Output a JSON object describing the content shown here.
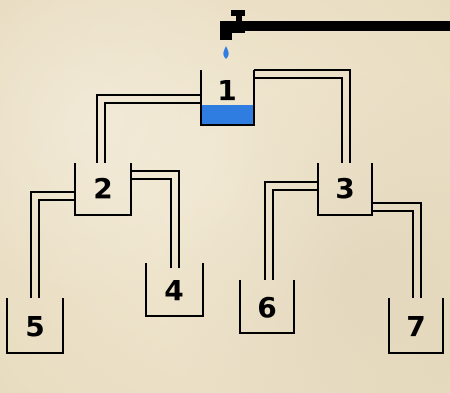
{
  "puzzle": {
    "source": "faucet",
    "water_color": "#2f7de1",
    "containers": [
      {
        "label": "1",
        "fill_fraction": 0.35
      },
      {
        "label": "2",
        "fill_fraction": 0
      },
      {
        "label": "3",
        "fill_fraction": 0
      },
      {
        "label": "4",
        "fill_fraction": 0
      },
      {
        "label": "5",
        "fill_fraction": 0
      },
      {
        "label": "6",
        "fill_fraction": 0
      },
      {
        "label": "7",
        "fill_fraction": 0
      }
    ]
  }
}
